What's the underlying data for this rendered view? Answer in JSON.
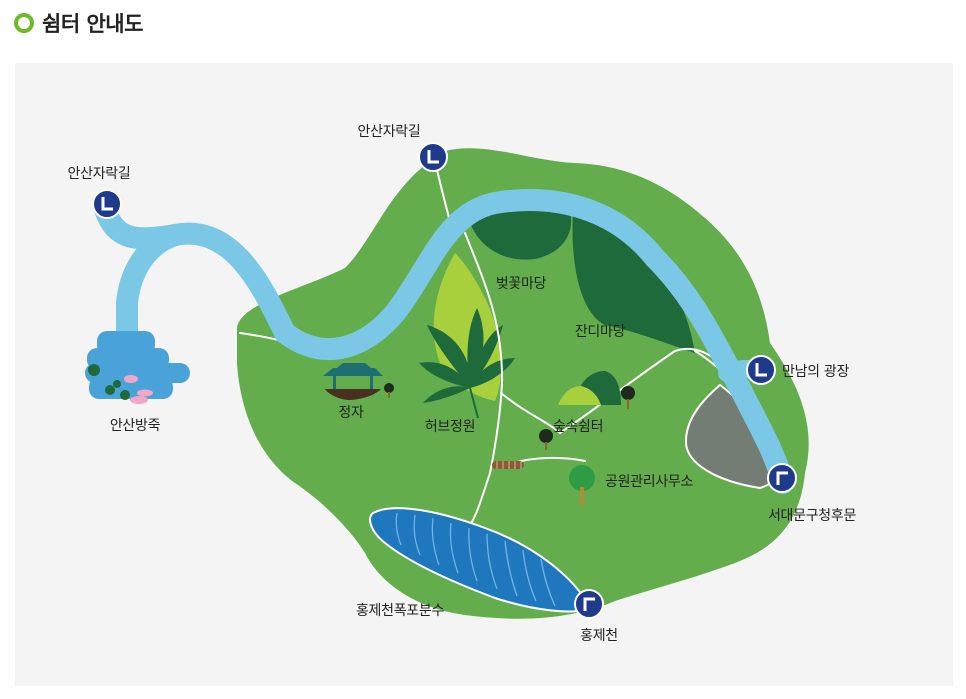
{
  "page": {
    "title": "쉼터 안내도",
    "accent_color": "#6cbc2a"
  },
  "map": {
    "colors": {
      "park": "#63ad4c",
      "stream": "#7bc8e6",
      "pond": "#4aa3d8",
      "lake": "#1f78bd",
      "forest": "#1e6a3b",
      "herb": "#a8cf3c",
      "rock": "#737d74",
      "gate": "#1f3a8a"
    },
    "gates": [
      {
        "name": "entrance-gate-ansan-west",
        "label": "안산자락길",
        "icon": "gate-marker-icon"
      },
      {
        "name": "entrance-gate-ansan-north",
        "label": "안산자락길",
        "icon": "gate-marker-icon"
      },
      {
        "name": "entrance-gate-mannam",
        "label": "만남의 광장",
        "icon": "gate-marker-icon"
      },
      {
        "name": "entrance-gate-seodaemun",
        "label": "서대문구청후문",
        "icon": "gate-marker-icon"
      },
      {
        "name": "entrance-gate-hongjecheon",
        "label": "홍제천",
        "icon": "gate-marker-icon"
      }
    ],
    "places": [
      {
        "name": "ansan-reservoir",
        "label": "안산방죽"
      },
      {
        "name": "pavilion",
        "label": "정자",
        "icon": "pavilion-icon"
      },
      {
        "name": "herb-garden",
        "label": "허브정원",
        "icon": "leaf-icon"
      },
      {
        "name": "cherry-blossom-yard",
        "label": "벚꽃마당"
      },
      {
        "name": "lawn-yard",
        "label": "잔디마당"
      },
      {
        "name": "forest-shelter",
        "label": "숲속쉼터",
        "icon": "hill-icon"
      },
      {
        "name": "park-office",
        "label": "공원관리사무소",
        "icon": "tree-icon"
      },
      {
        "name": "hongjecheon-waterfall-fountain",
        "label": "홍제천폭포분수"
      }
    ]
  }
}
